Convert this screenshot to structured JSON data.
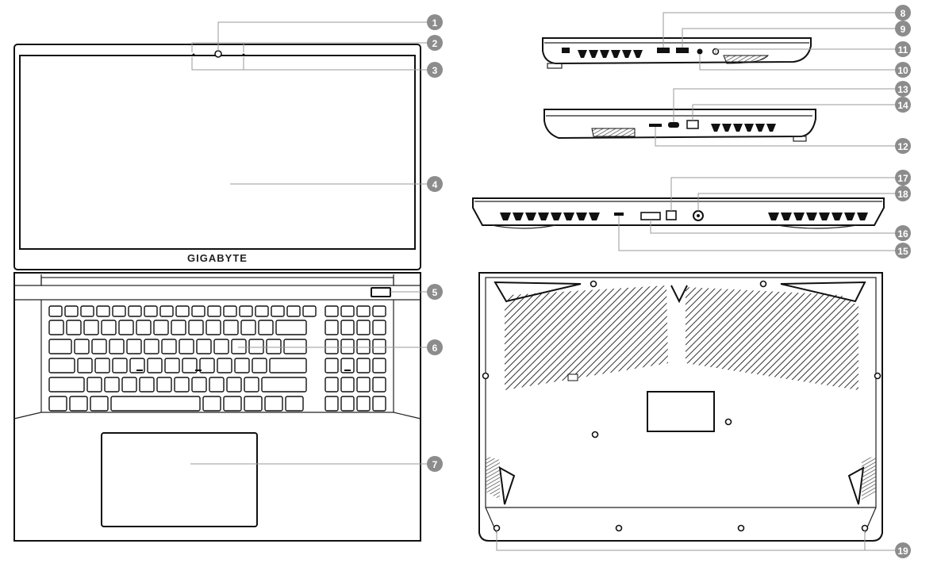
{
  "brand_logo": "GIGABYTE",
  "callouts": [
    "1",
    "2",
    "3",
    "4",
    "5",
    "6",
    "7",
    "8",
    "9",
    "10",
    "11",
    "12",
    "13",
    "14",
    "15",
    "16",
    "17",
    "18",
    "19"
  ],
  "colors": {
    "badge": "#8c8c8c",
    "outline": "#111111",
    "leader": "#9a9a9a"
  }
}
